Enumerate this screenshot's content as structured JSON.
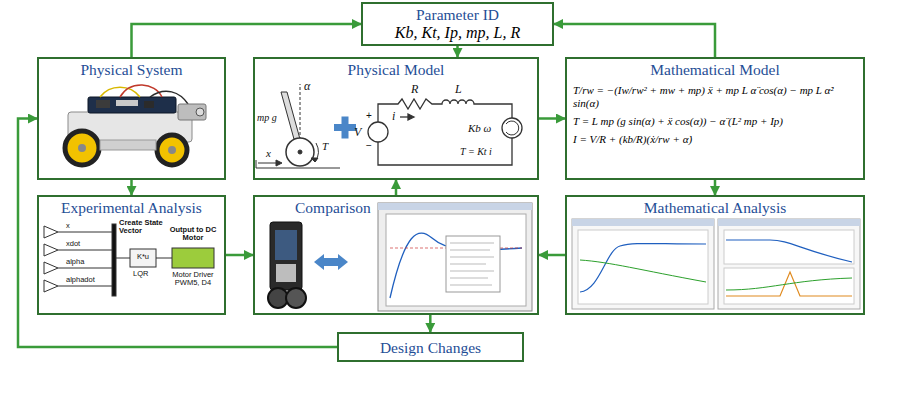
{
  "diagram": {
    "nodes": [
      {
        "text": [
          "Parameter ID",
          "Kb, Kt, Ip, mp, L, R"
        ]
      },
      {
        "text": [
          "Physical System"
        ]
      },
      {
        "text": [
          "Physical Model"
        ]
      },
      {
        "text": [
          "Mathematical Model",
          "T/rw = −(Iw/rw² + mw + mp) ẍ + mp L α̈ cos(α) − mp L α̇² sin(α)",
          "T = L mp (g sin(α) + ẍ cos(α)) − α̈ (L² mp + Ip)",
          "I = V/R + (kb/R)(ẋ/rw + α̇)"
        ]
      },
      {
        "text": [
          "Experimental Analysis"
        ]
      },
      {
        "text": [
          "Comparison"
        ]
      },
      {
        "text": [
          "Mathematical Analysis"
        ]
      },
      {
        "text": [
          "Design Changes"
        ]
      }
    ],
    "edges": [
      {
        "from": 0,
        "to": 2,
        "arrow": "to"
      },
      {
        "from": 1,
        "to": 0,
        "arrow": "to"
      },
      {
        "from": 3,
        "to": 0,
        "arrow": "to"
      },
      {
        "from": 2,
        "to": 3,
        "arrow": "to"
      },
      {
        "from": 3,
        "to": 6,
        "arrow": "to"
      },
      {
        "from": 6,
        "to": 5,
        "arrow": "to"
      },
      {
        "from": 1,
        "to": 4,
        "arrow": "to"
      },
      {
        "from": 4,
        "to": 5,
        "arrow": "to"
      },
      {
        "from": 5,
        "to": 2,
        "arrow": "to"
      },
      {
        "from": 5,
        "to": 7,
        "arrow": "to"
      },
      {
        "from": 7,
        "to": 1,
        "arrow": "to"
      }
    ],
    "labels": [
      "α",
      "mp g",
      "T",
      "x",
      "+",
      "V",
      "−",
      "R",
      "i",
      "L",
      "Kb ω",
      "T = Kt i",
      "x",
      "xdot",
      "alpha",
      "alphadot",
      "Create State Vector",
      "K*u",
      "LQR",
      "Output to DC Motor",
      "Motor Driver PWM5, D4"
    ]
  }
}
